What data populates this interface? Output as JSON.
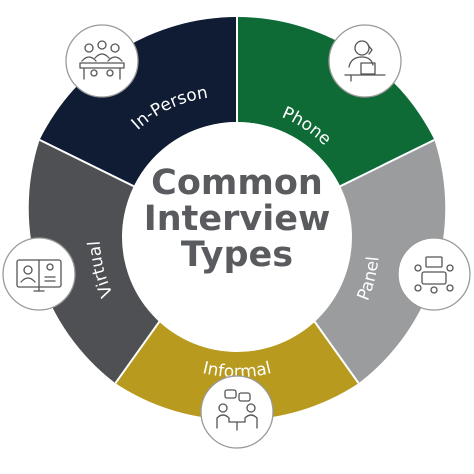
{
  "center": {
    "line1": "Common",
    "line2": "Interview",
    "line3": "Types"
  },
  "segments": [
    {
      "label": "Phone",
      "color": "#0f6b36",
      "icon": "person-with-phone-at-desk-icon"
    },
    {
      "label": "Panel",
      "color": "#9b9c9e",
      "icon": "panel-meeting-table-icon"
    },
    {
      "label": "Informal",
      "color": "#b79a1e",
      "icon": "two-people-chatting-icon"
    },
    {
      "label": "Virtual",
      "color": "#4f5053",
      "icon": "video-call-monitor-icon"
    },
    {
      "label": "In-Person",
      "color": "#0f1c33",
      "icon": "people-at-table-icon"
    }
  ]
}
